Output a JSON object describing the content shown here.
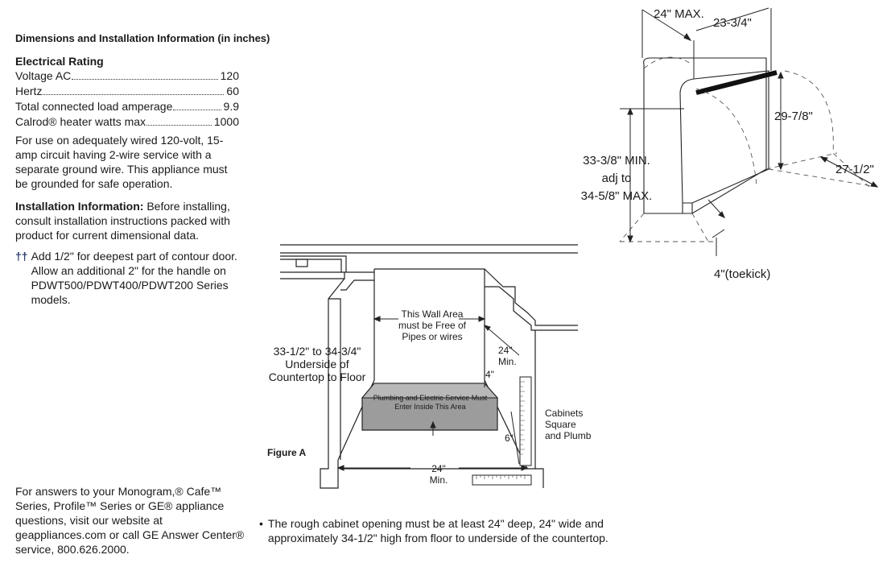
{
  "title": "Dimensions and Installation Information (in inches)",
  "electrical": {
    "heading": "Electrical Rating",
    "rows": [
      {
        "label": "Voltage AC",
        "value": "120"
      },
      {
        "label": "Hertz",
        "value": "60"
      },
      {
        "label": "Total connected load amperage",
        "value": "9.9"
      },
      {
        "label": "Calrod® heater watts max",
        "value": "1000"
      }
    ],
    "note": "For use on adequately wired 120-volt, 15-amp circuit having 2-wire service with a separate ground wire. This appliance must be grounded for safe operation."
  },
  "installation": {
    "heading": "Installation Information:",
    "text": "Before installing, consult installation instructions packed with product for current dimensional data."
  },
  "footnote": {
    "mark": "††",
    "text": "Add 1/2\" for deepest part of contour door. Allow an additional 2\" for the handle on PDWT500/PDWT400/PDWT200 Series models."
  },
  "contact": "For answers to your Monogram,® Cafe™ Series, Profile™ Series or GE® appliance questions, visit our website at geappliances.com or call GE Answer Center® service, 800.626.2000.",
  "figure_a": {
    "label": "Figure A",
    "wall_area": "This Wall Area must be Free of Pipes or wires",
    "height_range": "33-1/2\" to 34-3/4\" Underside of Countertop to Floor",
    "service_box": "Plumbing and Electric Service Must Enter Inside This Area",
    "min_24_top": "24\" Min.",
    "dim_4": "4\"",
    "dim_6": "6\"",
    "cabinets": "Cabinets Square and Plumb",
    "min_24_bottom": "24\" Min."
  },
  "bullet": "The rough cabinet opening must be at least 24\" deep, 24\" wide and approximately 34-1/2\" high from floor to underside of the countertop.",
  "appliance_dims": {
    "width_max": "24\" MAX.",
    "depth": "23-3/4\"",
    "height_body": "29-7/8\"",
    "height_adj_1": "33-3/8\" MIN.",
    "height_adj_2": "adj to",
    "height_adj_3": "34-5/8\" MAX.",
    "depth_door": "27-1/2\"",
    "toekick": "4\"(toekick)"
  }
}
